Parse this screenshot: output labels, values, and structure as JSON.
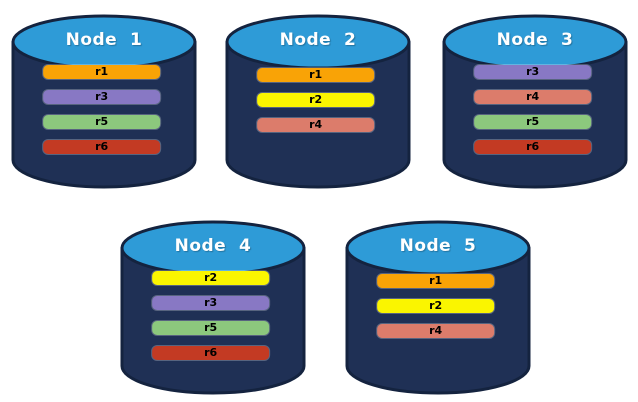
{
  "colors": {
    "cylinder_top": "#2E9BD7",
    "cylinder_body": "#1F3055",
    "cylinder_outline": "#14233F",
    "node_label_text": "#FFFFFF",
    "bar_text": "#000000",
    "background": "#FFFFFF",
    "replica": {
      "r1": "#F9A306",
      "r2": "#FAF500",
      "r3": "#8878C4",
      "r4": "#DC7C6B",
      "r5": "#8CC87D",
      "r6": "#C33A23"
    }
  },
  "nodes": [
    {
      "label": "Node  1",
      "replicas": [
        "r1",
        "r3",
        "r5",
        "r6"
      ]
    },
    {
      "label": "Node  2",
      "replicas": [
        "r1",
        "r2",
        "r4"
      ]
    },
    {
      "label": "Node  3",
      "replicas": [
        "r3",
        "r4",
        "r5",
        "r6"
      ]
    },
    {
      "label": "Node  4",
      "replicas": [
        "r2",
        "r3",
        "r5",
        "r6"
      ]
    },
    {
      "label": "Node  5",
      "replicas": [
        "r1",
        "r2",
        "r4"
      ]
    }
  ]
}
